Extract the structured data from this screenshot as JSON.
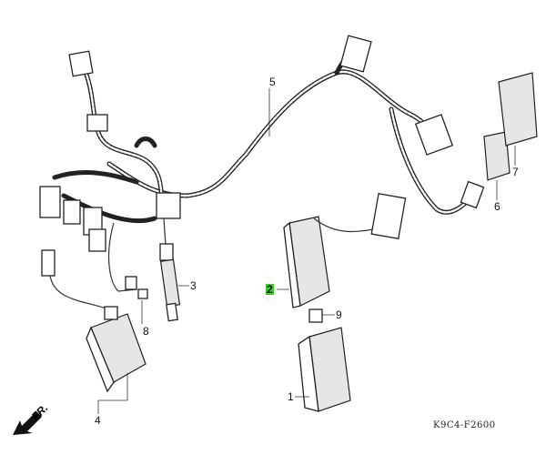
{
  "diagram": {
    "callouts": [
      {
        "id": "1",
        "label": "1"
      },
      {
        "id": "2",
        "label": "2",
        "highlighted": true
      },
      {
        "id": "3",
        "label": "3"
      },
      {
        "id": "4",
        "label": "4"
      },
      {
        "id": "5",
        "label": "5"
      },
      {
        "id": "6",
        "label": "6"
      },
      {
        "id": "7",
        "label": "7"
      },
      {
        "id": "8",
        "label": "8"
      },
      {
        "id": "9",
        "label": "9"
      }
    ],
    "front_indicator": "FR.",
    "drawing_code": "K9C4-F2600",
    "highlight_color": "#3ccc2a"
  }
}
